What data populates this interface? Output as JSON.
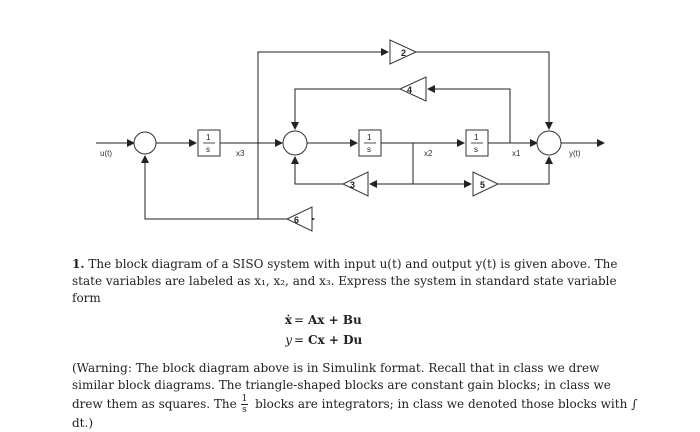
{
  "diagram": {
    "signals": {
      "input": "u(t)",
      "x3": "x3",
      "x2": "x2",
      "x1": "x1",
      "output": "y(t)"
    },
    "integrator": {
      "numerator": "1",
      "denominator": "s"
    },
    "gains": {
      "top": "2",
      "upper_mid": "4",
      "mid_left": "3",
      "mid_right": "5",
      "bottom": "6"
    }
  },
  "problem": {
    "number": "1.",
    "intro": "The block diagram of a SISO system with input u(t) and output y(t) is given above. The state variables are labeled as x₁, x₂, and x₃. Express the system in standard state variable form",
    "eq1_lhs": "ẋ",
    "eq1_mid": "=",
    "eq1_rhs": "Ax + Bu",
    "eq2_lhs": "y",
    "eq2_mid": "=",
    "eq2_rhs": "Cx + Du",
    "warning_part1": "(Warning: The block diagram above is in Simulink format. Recall that in class we drew similar block diagrams. The triangle-shaped blocks are constant gain blocks; in class we drew them as squares. The",
    "frac_num": "1",
    "frac_den": "s",
    "warning_part2": "blocks are integrators; in class we denoted those blocks with ∫ dt.)"
  }
}
